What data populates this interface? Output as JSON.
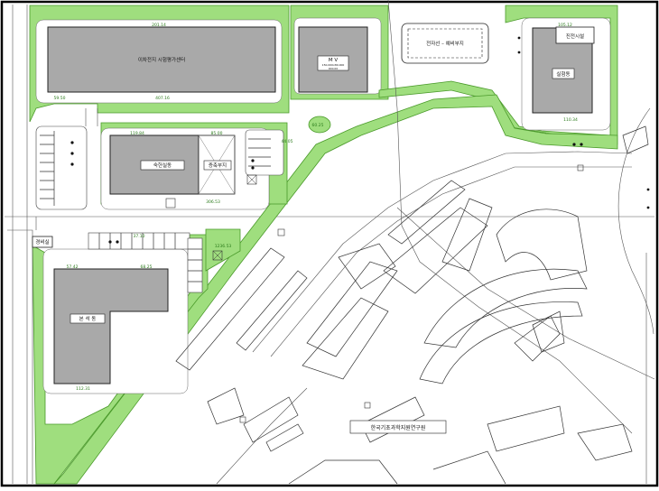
{
  "map": {
    "buildings": {
      "battery_center": {
        "label": "이차전지 시험평가센터"
      },
      "mv": {
        "label": "M V",
        "sublabel1": "150,000x80,000",
        "sublabel2": "900.00"
      },
      "substation": {
        "label": "전자선 – 예비부지"
      },
      "power_facility": {
        "label": "진전시설"
      },
      "lab_building": {
        "label": "실험동"
      },
      "research_building": {
        "label": "숙헌실동"
      },
      "reserve_site": {
        "label": "증축부지"
      },
      "guard_house": {
        "label": "경비실"
      },
      "main_building": {
        "label": "본 석 동"
      }
    },
    "campus_label": "한국기초과학지원연구원",
    "dimensions": {
      "d1": "201.14",
      "d2": "407.16",
      "d3": "59.50",
      "d4": "105.12",
      "d5": "110.34",
      "d6": "119.84",
      "d7": "85.00",
      "d8": "306.53",
      "d9": "44.05",
      "d10": "60.25",
      "d11": "1236.53",
      "d12": "57.42",
      "d13": "68.25",
      "d14": "112.31",
      "d15": "37.10"
    }
  }
}
